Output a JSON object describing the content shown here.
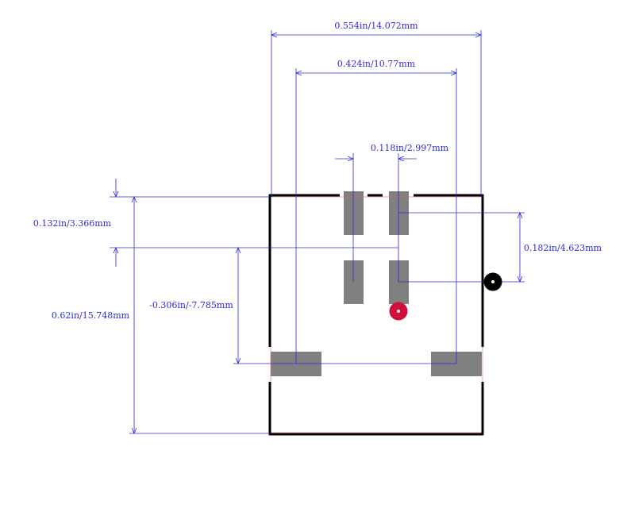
{
  "dimensions": {
    "overall_width": "0.554in/14.072mm",
    "pad_span": "0.424in/10.77mm",
    "pin_pitch": "0.118in/2.997mm",
    "top_offset": "0.132in/3.366mm",
    "overall_height": "0.62in/15.748mm",
    "pad_vertical": "-0.306in/-7.785mm",
    "row_spacing": "0.182in/4.623mm"
  },
  "colors": {
    "dimension": "#2b2bd6",
    "outline": "#000000",
    "pad": "#808080",
    "origin_marker": "#d0103a",
    "pin1_marker": "#000000"
  }
}
